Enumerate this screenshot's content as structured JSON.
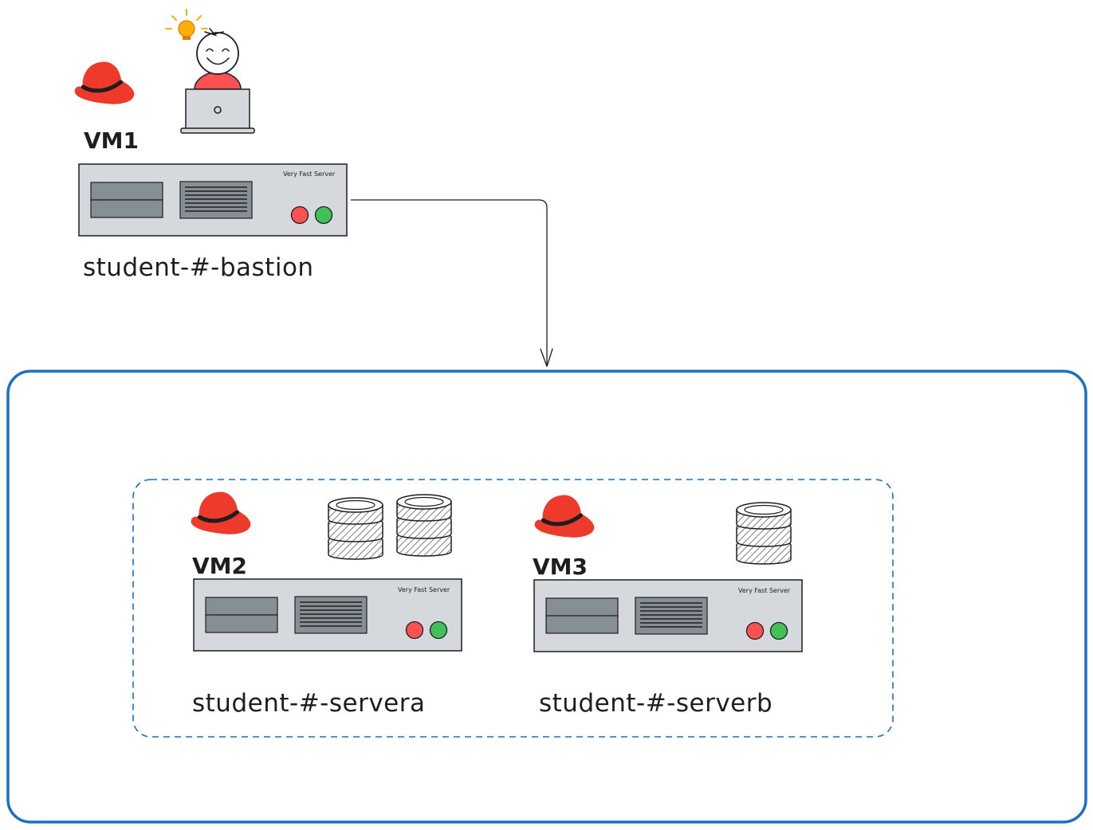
{
  "diagram": {
    "colors": {
      "network_border": "#1971c2",
      "group_border": "#1971c2",
      "server_fill": "#d5d8dc",
      "led_red": "#fa5252",
      "led_green": "#40c057",
      "hat_red": "#ee3a2a",
      "bulb": "#fab005"
    },
    "bastion": {
      "vm": "VM1",
      "hostname": "student-#-bastion",
      "brand": "Very Fast Server",
      "icons": [
        "redhat-hat-icon",
        "person-laptop-icon",
        "lightbulb-icon"
      ]
    },
    "servera": {
      "vm": "VM2",
      "hostname": "student-#-servera",
      "brand": "Very Fast Server",
      "disk_stacks": 2,
      "icons": [
        "redhat-hat-icon",
        "disk-stack-icon"
      ]
    },
    "serverb": {
      "vm": "VM3",
      "hostname": "student-#-serverb",
      "brand": "Very Fast Server",
      "disk_stacks": 1,
      "icons": [
        "redhat-hat-icon",
        "disk-stack-icon"
      ]
    }
  }
}
